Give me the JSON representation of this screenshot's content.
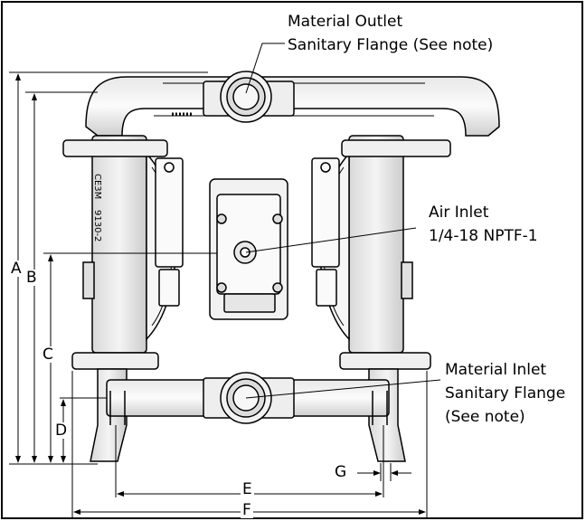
{
  "callouts": {
    "outlet": [
      "Material Outlet",
      "Sanitary Flange (See note)"
    ],
    "air_inlet": [
      "Air Inlet",
      "1/4-18 NPTF-1"
    ],
    "inlet": [
      "Material Inlet",
      "Sanitary Flange",
      "(See note)"
    ]
  },
  "dimensions": {
    "a": "A",
    "b": "B",
    "c": "C",
    "d": "D",
    "e": "E",
    "f": "F",
    "g": "G"
  },
  "body_marks": {
    "brand": "CE3M",
    "serial": "9130-2"
  }
}
